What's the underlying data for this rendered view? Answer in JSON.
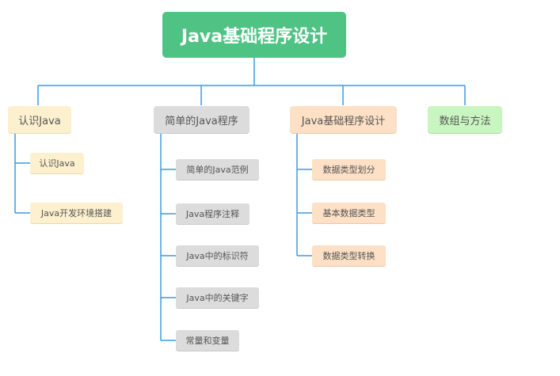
{
  "colors": {
    "connector": "#3b9be0",
    "root": "#4fc384",
    "branch1": "#fdf0cf",
    "branch2": "#dcdcdc",
    "branch3": "#fde0c5",
    "branch4": "#c8f5c0"
  },
  "root": {
    "label": "Java基础程序设计"
  },
  "branches": [
    {
      "label": "认识Java",
      "children": [
        "认识Java",
        "Java开发环境搭建"
      ]
    },
    {
      "label": "简单的Java程序",
      "children": [
        "简单的Java范例",
        "Java程序注释",
        "Java中的标识符",
        "Java中的关键字",
        "常量和变量"
      ]
    },
    {
      "label": "Java基础程序设计",
      "children": [
        "数据类型划分",
        "基本数据类型",
        "数据类型转换"
      ]
    },
    {
      "label": "数组与方法",
      "children": []
    }
  ]
}
